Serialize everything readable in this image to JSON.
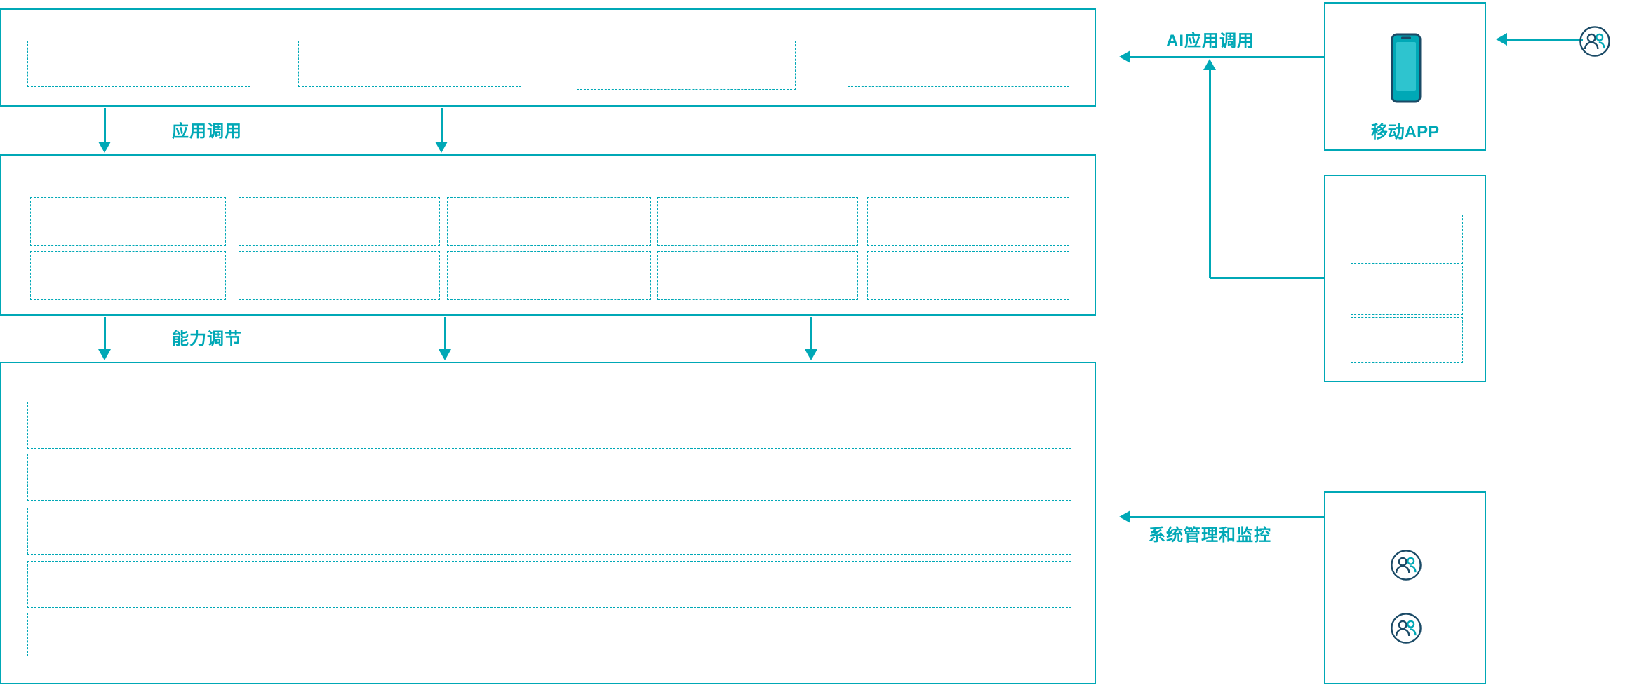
{
  "colors": {
    "accent": "#00a8b6",
    "dark": "#1a4a66"
  },
  "flow_labels": {
    "app_call": "应用调用",
    "capability_tuning": "能力调节",
    "ai_app_call": "AI应用调用",
    "system_monitor": "系统管理和监控"
  },
  "right_panel": {
    "mobile_app": "移动APP"
  }
}
